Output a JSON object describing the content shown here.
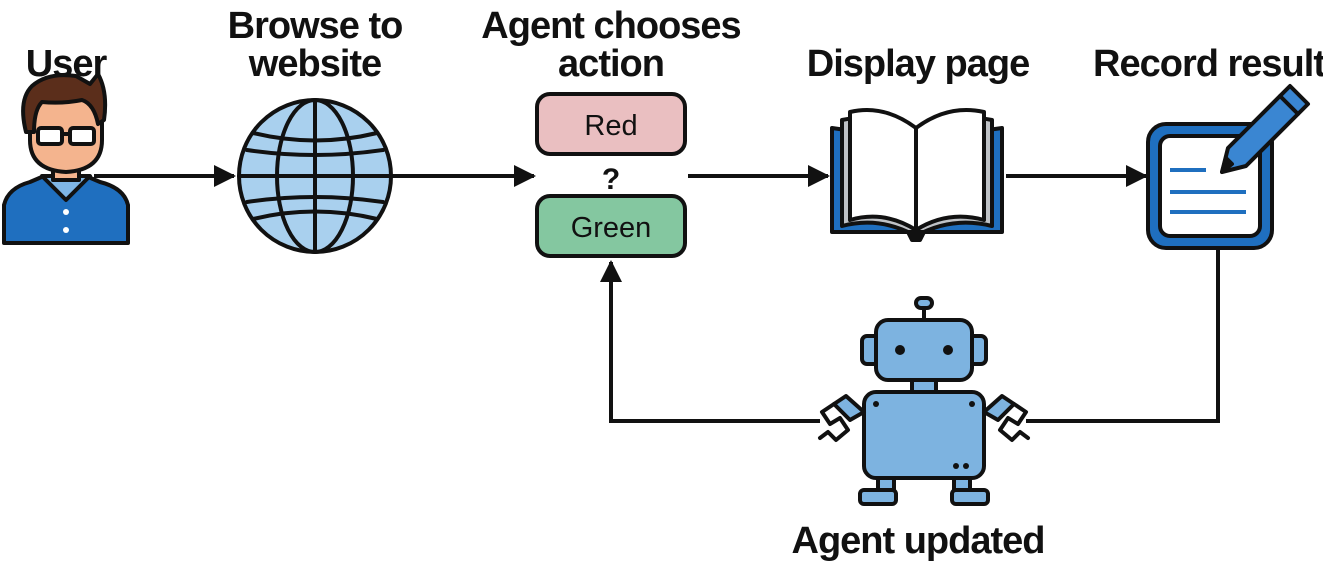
{
  "labels": {
    "user": "User",
    "browse_line1": "Browse to",
    "browse_line2": "website",
    "agent_choose_line1": "Agent chooses",
    "agent_choose_line2": "action",
    "display": "Display page",
    "record": "Record result",
    "agent_updated": "Agent updated"
  },
  "options": {
    "red": "Red",
    "question": "?",
    "green": "Green"
  },
  "colors": {
    "red_box": "#eabfc1",
    "green_box": "#84c7a0",
    "blue": "#1f6fbf",
    "light_blue": "#a9d0ee",
    "robot": "#7db3e0"
  },
  "icons": [
    "user-icon",
    "globe-icon",
    "book-icon",
    "notepad-icon",
    "robot-icon"
  ]
}
